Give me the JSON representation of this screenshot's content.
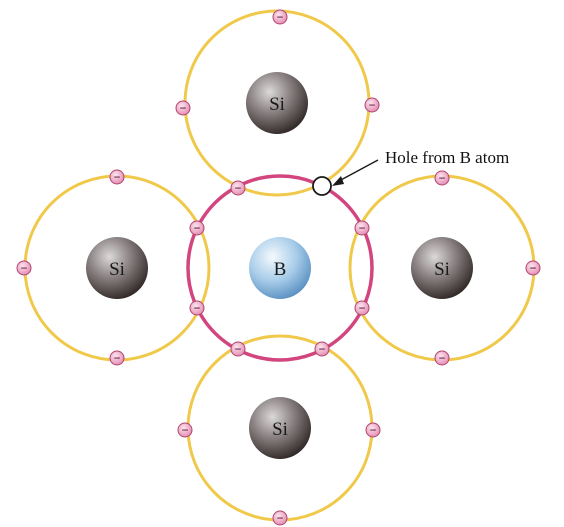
{
  "atoms": {
    "top": {
      "label": "Si"
    },
    "left": {
      "label": "Si"
    },
    "center": {
      "label": "B"
    },
    "right": {
      "label": "Si"
    },
    "bottom": {
      "label": "Si"
    }
  },
  "hole_label": "Hole from B atom",
  "electron_symbol": "−",
  "colors": {
    "si_orbit": "#f0c94a",
    "b_orbit": "#d2457f",
    "electron_fill": "#f3b7cf",
    "electron_stroke": "#b0456f",
    "si_nucleus_light": "#d9d6d6",
    "si_nucleus_dark": "#3e3434",
    "b_nucleus_light": "#f2f8fc",
    "b_nucleus_dark": "#6fa6d4",
    "hole_stroke": "#1a1a1a"
  }
}
